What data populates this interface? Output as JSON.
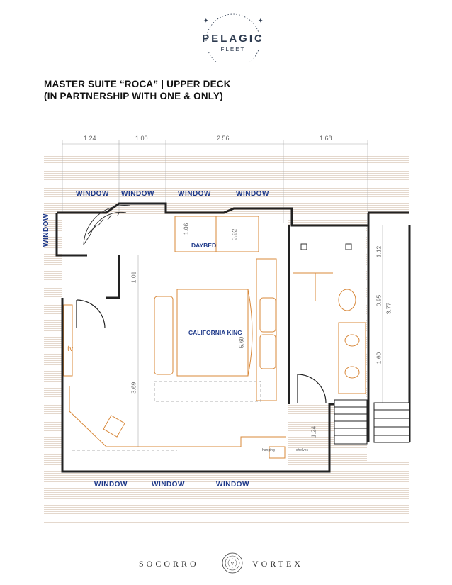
{
  "brand": {
    "logo_main": "PELAGIC",
    "logo_sub": "FLEET",
    "footer_left": "SOCORRO",
    "footer_right": "VORTEX"
  },
  "title": {
    "line1": "MASTER SUITE “ROCA” | UPPER DECK",
    "line2": "(IN PARTNERSHIP WITH ONE & ONLY)"
  },
  "dimensions": {
    "top": [
      "1.24",
      "1.00",
      "2.56",
      "1.68"
    ],
    "daybed_height": "1.06",
    "daybed_width": "0.92",
    "left_upper": "1.01",
    "bed": "5.60",
    "left_lower": "3.69",
    "bottom_step": "1.24",
    "bath_top": "1.12",
    "bath_mid": "0.95",
    "bath_total": "3.77",
    "bath_bottom": "1.60"
  },
  "windows": {
    "top": [
      "WINDOW",
      "WINDOW",
      "WINDOW",
      "WINDOW"
    ],
    "left": "WINDOW",
    "bottom": [
      "WINDOW",
      "WINDOW",
      "WINDOW"
    ]
  },
  "rooms": {
    "daybed": "DAYBED",
    "bed": "CALIFORNIA KING",
    "tv": "tv",
    "hanging": "hanging",
    "shelves": "shelves"
  },
  "colors": {
    "wall": "#222222",
    "furniture": "#d8883a",
    "hatch": "#d9c7b8",
    "window_label": "#1f3a8a"
  }
}
